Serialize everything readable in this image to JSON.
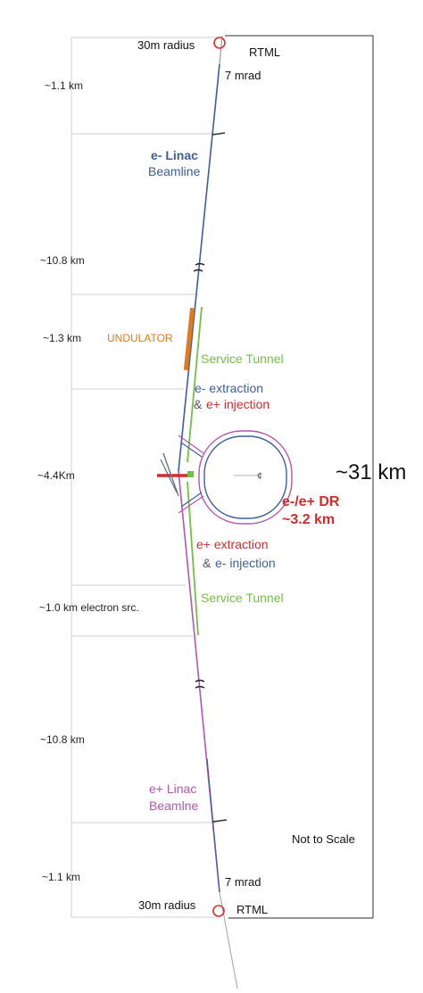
{
  "labels": {
    "top_radius": "30m radius",
    "top_rtml": "RTML",
    "top_mrad": "7 mrad",
    "e_linac_line1": "e- Linac",
    "e_linac_line2": "Beamline",
    "undulator": "UNDULATOR",
    "service_tunnel_upper": "Service Tunnel",
    "e_extraction": "e- extraction",
    "amp1": "&",
    "e_plus_injection": "e+ injection",
    "total_length": "~31 km",
    "dr_line1": "e-/e+ DR",
    "dr_line2": "~3.2 km",
    "ring_center_symbol": "¢",
    "e_plus_extraction": "e+ extraction",
    "amp2": "&",
    "e_minus_injection": "e- injection",
    "service_tunnel_lower": "Service Tunnel",
    "e_plus_linac_line1": "e+ Linac",
    "e_plus_linac_line2": "Beamlne",
    "not_to_scale": "Not to Scale",
    "bottom_mrad": "7 mrad",
    "bottom_radius": "30m radius",
    "bottom_rtml": "RTML"
  },
  "segments": [
    "~1.1 km",
    "~10.8 km",
    "~1.3 km",
    "~4.4Km",
    "~1.0 km electron src.",
    "~10.8 km",
    "~1.1 km"
  ],
  "colors": {
    "e_linac": "#3d5e9a",
    "e_plus_linac": "#b455b4",
    "service_tunnel": "#72c043",
    "undulator": "#e07a1f",
    "dr": "#d52b2b",
    "guide": "#c8c8c8",
    "frame": "#555555"
  }
}
